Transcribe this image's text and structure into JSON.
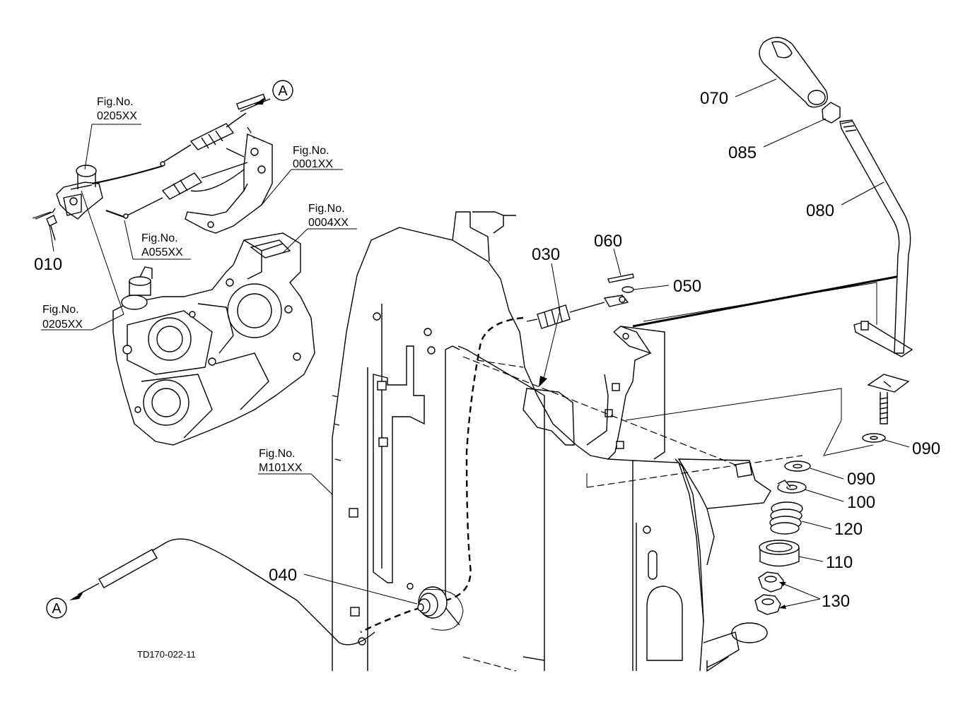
{
  "figure_code": "TD170-022-11",
  "connector_label": "A",
  "fig_refs": [
    {
      "id": "fig-0205-top",
      "caption": "Fig.No.",
      "number": "0205XX"
    },
    {
      "id": "fig-0001",
      "caption": "Fig.No.",
      "number": "0001XX"
    },
    {
      "id": "fig-a055",
      "caption": "Fig.No.",
      "number": "A055XX"
    },
    {
      "id": "fig-0004",
      "caption": "Fig.No.",
      "number": "0004XX"
    },
    {
      "id": "fig-0205-mid",
      "caption": "Fig.No.",
      "number": "0205XX"
    },
    {
      "id": "fig-m101",
      "caption": "Fig.No.",
      "number": "M101XX"
    }
  ],
  "part_numbers": [
    "010",
    "030",
    "040",
    "050",
    "060",
    "070",
    "080",
    "085",
    "090",
    "090",
    "100",
    "110",
    "120",
    "130"
  ]
}
